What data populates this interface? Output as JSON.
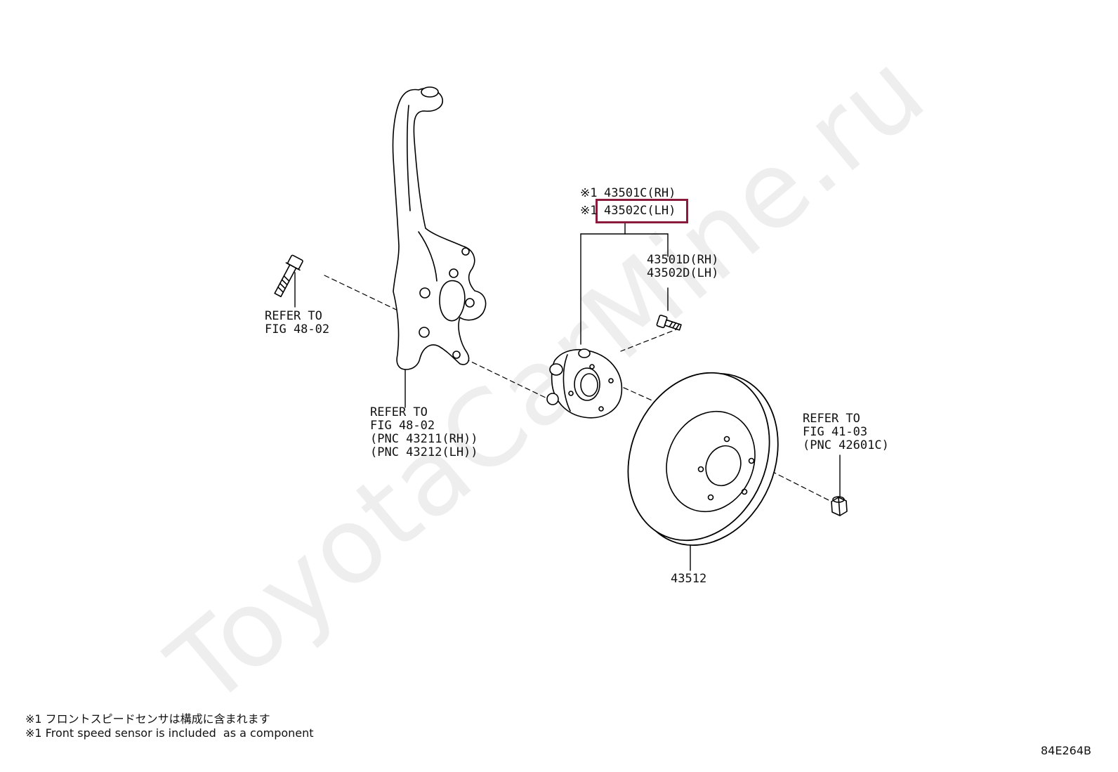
{
  "watermark": "ToyotaCarMine.ru",
  "highlight_color": "#8b1a3c",
  "parts": {
    "hub_rh_code": "43501C(RH)",
    "hub_lh_code": "43502C(LH)",
    "hub_mark": "※1",
    "bolt_rh": "43501D(RH)",
    "bolt_lh": "43502D(LH)",
    "rotor": "43512"
  },
  "refs": {
    "knuckle_bolt": [
      "REFER TO",
      "FIG 48-02"
    ],
    "knuckle": [
      "REFER TO",
      "FIG 48-02",
      "(PNC 43211(RH))",
      "(PNC 43212(LH))"
    ],
    "nut": [
      "REFER TO",
      "FIG 41-03",
      "(PNC 42601C)"
    ]
  },
  "notes": {
    "jp": "※1 フロントスピードセンサは構成に含まれます",
    "en": "※1 Front speed sensor is included  as a component"
  },
  "figure_code": "84E264B"
}
